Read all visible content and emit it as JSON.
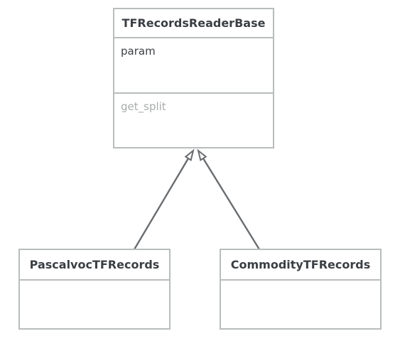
{
  "diagram": {
    "type": "uml-class-diagram",
    "colors": {
      "border": "#b9bcbd",
      "connector": "#6a6d70",
      "title_text": "#3b3f44",
      "attribute_text": "#3b3f44",
      "method_text": "#a9acad"
    },
    "classes": {
      "base": {
        "name": "TFRecordsReaderBase",
        "attributes": [
          "param"
        ],
        "methods": [
          "get_split"
        ]
      },
      "pascalvoc": {
        "name": "PascalvocTFRecords",
        "attributes": [],
        "methods": []
      },
      "commodity": {
        "name": "CommodityTFRecords",
        "attributes": [],
        "methods": []
      }
    },
    "relations": [
      {
        "type": "generalization",
        "from": "PascalvocTFRecords",
        "to": "TFRecordsReaderBase"
      },
      {
        "type": "generalization",
        "from": "CommodityTFRecords",
        "to": "TFRecordsReaderBase"
      }
    ]
  }
}
